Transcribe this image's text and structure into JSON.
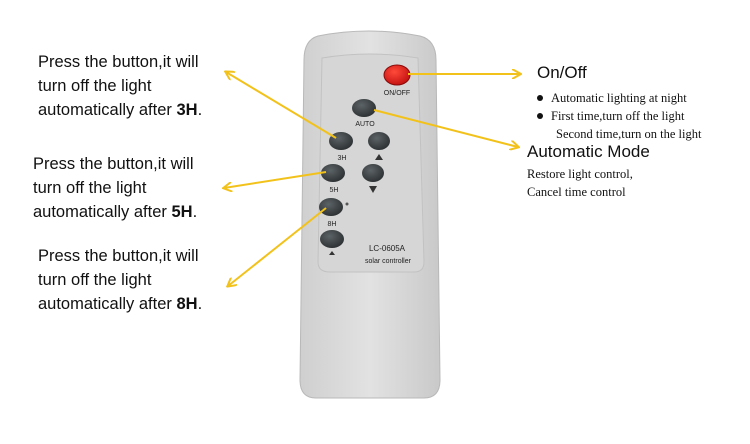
{
  "notes": [
    {
      "prefix": "Press the button,it will",
      "line2": "turn off the light",
      "line3_text": "automatically after ",
      "line3_bold": "3H",
      "line3_end": "."
    },
    {
      "prefix": "Press the button,it will",
      "line2": "turn off the light",
      "line3_text": "automatically after ",
      "line3_bold": "5H",
      "line3_end": "."
    },
    {
      "prefix": "Press the button,it will",
      "line2": "turn off the light",
      "line3_text": "automatically after ",
      "line3_bold": "8H",
      "line3_end": "."
    }
  ],
  "onoff": {
    "title": "On/Off",
    "bullet1": "Automatic lighting at night",
    "bullet2": "First time,turn off the light",
    "bullet2_cont": "Second time,turn on the light"
  },
  "auto_mode": {
    "title": "Automatic Mode",
    "line1": "Restore light control,",
    "line2": "Cancel time control"
  },
  "remote": {
    "onoff_label": "ON/OFF",
    "auto_label": "AUTO",
    "btn_3h": "3H",
    "btn_5h": "5H",
    "btn_8h": "8H",
    "model": "LC-0605A",
    "subtitle": "solar controller",
    "colors": {
      "body": "#dcdcdc",
      "button": "#3a3f42",
      "power": "#e01818",
      "arrow": "#f2c21b"
    }
  }
}
